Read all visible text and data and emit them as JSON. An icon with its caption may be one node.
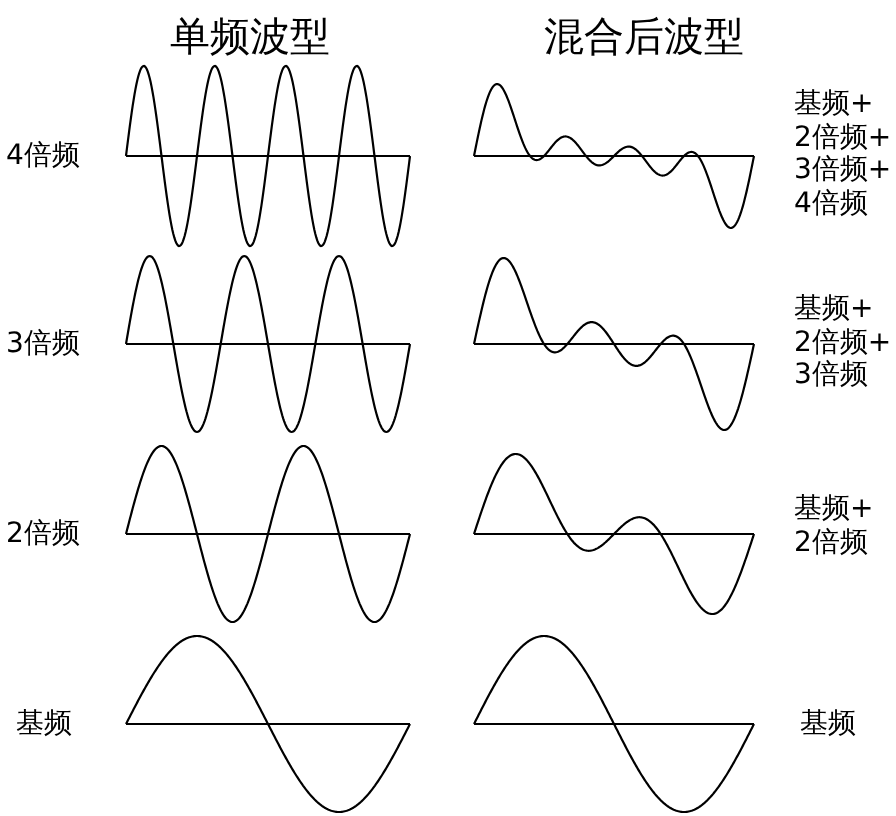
{
  "diagram": {
    "labels": [
      "单频波型",
      "混合后波型",
      "4倍频",
      "基频+2倍频+3倍频+4倍频",
      "3倍频",
      "基频+2倍频+3倍频",
      "2倍频",
      "基频+2倍频",
      "基频",
      "基频"
    ]
  }
}
